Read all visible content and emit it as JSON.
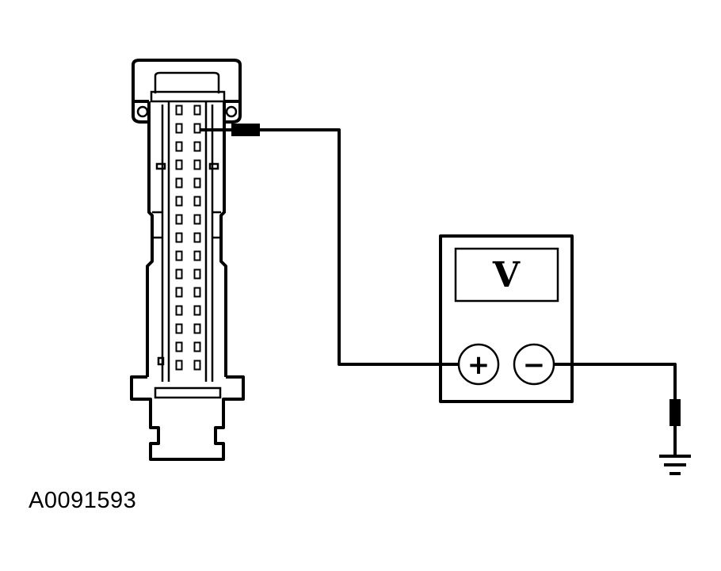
{
  "figure_id": "A0091593",
  "meter": {
    "display_label": "V",
    "positive_terminal": "+",
    "negative_terminal": "−"
  },
  "connector": {
    "pin_rows": 15,
    "pin_columns": 2,
    "probed_pin": {
      "row": 2,
      "column": 2
    }
  }
}
